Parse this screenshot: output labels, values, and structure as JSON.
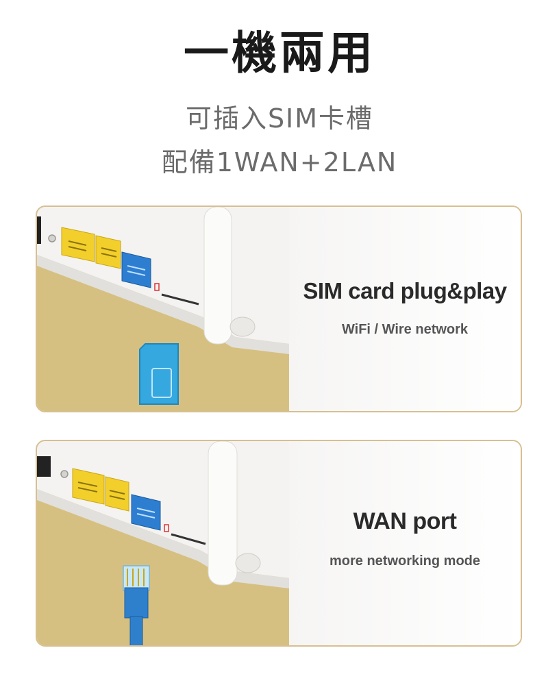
{
  "header": {
    "title": "一機兩用",
    "line1": "可插入SIM卡槽",
    "line2": "配備1WAN+2LAN"
  },
  "cards": [
    {
      "title": "SIM card plug&play",
      "subtitle": "WiFi / Wire network",
      "illustration": "router-with-sim-card-icon"
    },
    {
      "title": "WAN port",
      "subtitle": "more networking mode",
      "illustration": "router-with-ethernet-cable-icon"
    }
  ],
  "colors": {
    "card_border": "#d8bf91",
    "tan_surface": "#d6c081",
    "lan_port": "#f2cf2a",
    "wan_port": "#2d7ed0",
    "sim_card": "#35a8e0",
    "cable": "#2f80cc"
  }
}
